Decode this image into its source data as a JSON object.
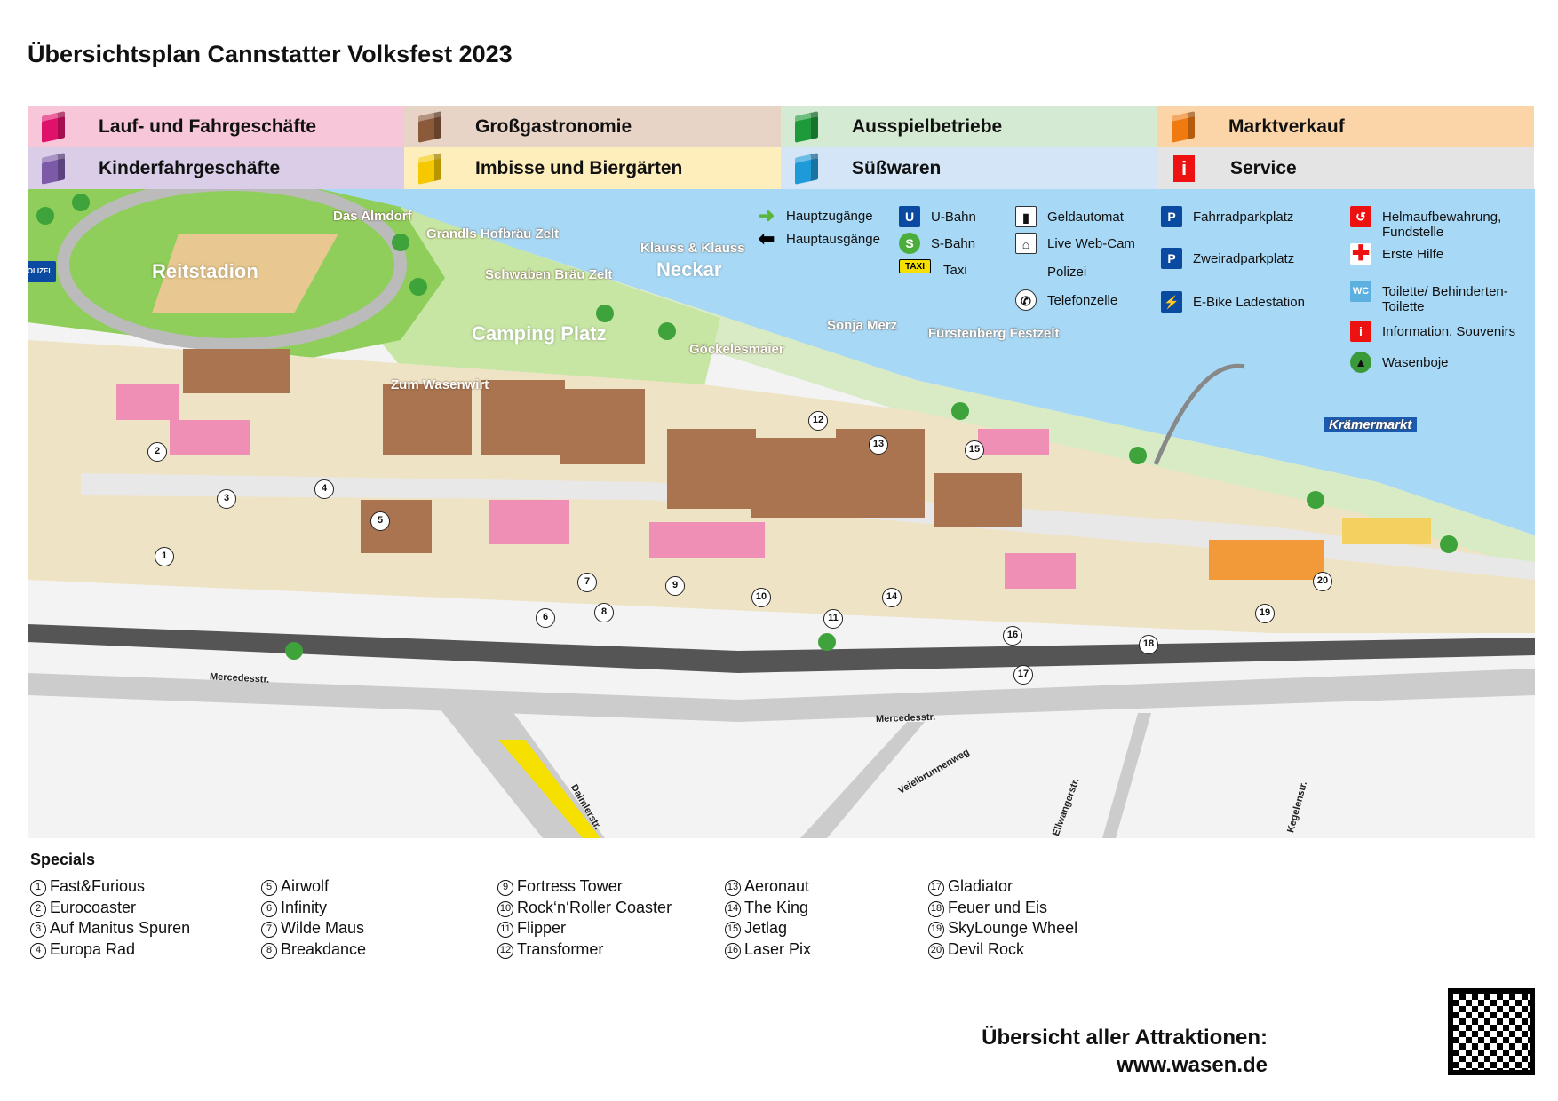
{
  "title": "Übersichtsplan Cannstatter Volksfest 2023",
  "categories": [
    {
      "label": "Lauf- und Fahrgeschäfte",
      "color": "#e0116b",
      "bg": "#f7c6d8"
    },
    {
      "label": "Großgastronomie",
      "color": "#8b5a3a",
      "bg": "#e8d4c6"
    },
    {
      "label": "Ausspielbetriebe",
      "color": "#1e9a3a",
      "bg": "#d5ead2"
    },
    {
      "label": "Marktverkauf",
      "color": "#f07a10",
      "bg": "#fbd5a8"
    },
    {
      "label": "Kinderfahrgeschäfte",
      "color": "#7d5aa8",
      "bg": "#d9cde7"
    },
    {
      "label": "Imbisse und Biergärten",
      "color": "#f5c800",
      "bg": "#fdeebb"
    },
    {
      "label": "Süßwaren",
      "color": "#1e9ad8",
      "bg": "#d3e5f7"
    },
    {
      "label": "Service",
      "color": "#e11",
      "bg": "#e4e4e4"
    }
  ],
  "map": {
    "areas": {
      "reitstadion": "Reitstadion",
      "camping": "Camping Platz",
      "river": "Neckar"
    },
    "legend": [
      {
        "icon": "green-arrow-icon",
        "label": "Hauptzugänge"
      },
      {
        "icon": "black-arrow-icon",
        "label": "Hauptausgänge"
      },
      {
        "icon": "u-bahn-icon",
        "label": "U-Bahn",
        "glyph": "U"
      },
      {
        "icon": "s-bahn-icon",
        "label": "S-Bahn",
        "glyph": "S"
      },
      {
        "icon": "taxi-icon",
        "label": "Taxi",
        "glyph": "TAXI"
      },
      {
        "icon": "atm-icon",
        "label": "Geldautomat"
      },
      {
        "icon": "webcam-icon",
        "label": "Live Web-Cam"
      },
      {
        "icon": "police-icon",
        "label": "Polizei",
        "glyph": "POLIZEI"
      },
      {
        "icon": "phone-icon",
        "label": "Telefonzelle"
      },
      {
        "icon": "bike-parking-icon",
        "label": "Fahrradparkplatz",
        "glyph": "P"
      },
      {
        "icon": "two-wheeler-parking-icon",
        "label": "Zweiradparkplatz",
        "glyph": "P"
      },
      {
        "icon": "ebike-charging-icon",
        "label": "E-Bike Ladestation"
      },
      {
        "icon": "helmet-storage-icon",
        "label": "Helmaufbewahrung, Fundstelle"
      },
      {
        "icon": "first-aid-icon",
        "label": "Erste Hilfe"
      },
      {
        "icon": "toilet-icon",
        "label": "Toilette/ Behinderten-Toilette",
        "glyph": "WC"
      },
      {
        "icon": "information-icon",
        "label": "Information, Souvenirs",
        "glyph": "i"
      },
      {
        "icon": "wasenboje-icon",
        "label": "Wasenboje"
      }
    ],
    "tents": [
      "Grandls Hofbräu Zelt",
      "Schwaben Bräu Zelt",
      "Klauss & Klauss",
      "Göckelesmaier",
      "Sonja Merz",
      "Fürstenberg Festzelt",
      "Zum Wasenwirt",
      "Das Almdorf",
      "Krämermarkt"
    ],
    "streets": [
      "Mercedesstr.",
      "Mercedesstr.",
      "Daimlerstr.",
      "Veielbrunnenweg",
      "Ellwangerstr.",
      "Kegelenstr."
    ]
  },
  "specials": {
    "heading": "Specials",
    "items": [
      {
        "n": "1",
        "name": "Fast&Furious"
      },
      {
        "n": "2",
        "name": "Eurocoaster"
      },
      {
        "n": "3",
        "name": "Auf Manitus Spuren"
      },
      {
        "n": "4",
        "name": "Europa Rad"
      },
      {
        "n": "5",
        "name": "Airwolf"
      },
      {
        "n": "6",
        "name": "Infinity"
      },
      {
        "n": "7",
        "name": "Wilde Maus"
      },
      {
        "n": "8",
        "name": "Breakdance"
      },
      {
        "n": "9",
        "name": "Fortress Tower"
      },
      {
        "n": "10",
        "name": "Rock‘n‘Roller Coaster"
      },
      {
        "n": "11",
        "name": "Flipper"
      },
      {
        "n": "12",
        "name": "Transformer"
      },
      {
        "n": "13",
        "name": "Aeronaut"
      },
      {
        "n": "14",
        "name": "The King"
      },
      {
        "n": "15",
        "name": "Jetlag"
      },
      {
        "n": "16",
        "name": "Laser Pix"
      },
      {
        "n": "17",
        "name": "Gladiator"
      },
      {
        "n": "18",
        "name": "Feuer und Eis"
      },
      {
        "n": "19",
        "name": "SkyLounge Wheel"
      },
      {
        "n": "20",
        "name": "Devil Rock"
      }
    ]
  },
  "footer": {
    "label": "Übersicht aller Attraktionen:",
    "url": "www.wasen.de"
  }
}
